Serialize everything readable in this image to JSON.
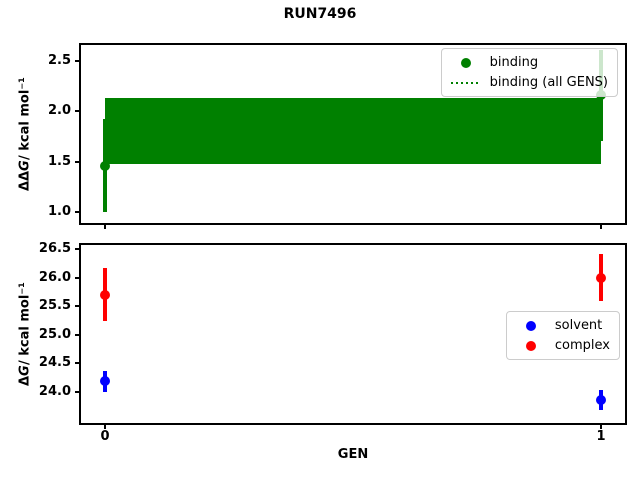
{
  "title": "RUN7496",
  "axes": {
    "xlabel": "GEN",
    "top": {
      "ylabel_prefix": "ΔΔ",
      "ylabel_g": "G",
      "ylabel_suffix": " / kcal mol⁻¹"
    },
    "bottom": {
      "ylabel_prefix": "Δ",
      "ylabel_g": "G",
      "ylabel_suffix": " / kcal mol⁻¹"
    }
  },
  "chart_data": [
    {
      "type": "errorbar",
      "panel": "top",
      "ylabel": "ΔΔG / kcal mol⁻¹",
      "ylim": [
        0.89,
        2.66
      ],
      "yticks": [
        1.0,
        1.5,
        2.0,
        2.5
      ],
      "xlim": [
        -0.05,
        1.05
      ],
      "xticks": [
        0,
        1
      ],
      "x": [
        0,
        1
      ],
      "series": [
        {
          "name": "binding",
          "color": "#008000",
          "y": [
            1.46,
            2.16
          ],
          "yerr": [
            0.46,
            0.45
          ]
        }
      ],
      "band": {
        "name": "binding (all GENS)",
        "color": "#008000",
        "x": [
          0,
          1
        ],
        "y_low": 1.48,
        "y_high": 2.13,
        "line_style": "dotted"
      },
      "legend": {
        "position": "upper right",
        "items": [
          {
            "label": "binding",
            "glyph": "dot",
            "color": "#008000"
          },
          {
            "label": "binding (all GENS)",
            "glyph": "dotted-line",
            "color": "#008000"
          }
        ]
      }
    },
    {
      "type": "errorbar",
      "panel": "bottom",
      "ylabel": "ΔG / kcal mol⁻¹",
      "xlabel": "GEN",
      "ylim": [
        23.45,
        26.57
      ],
      "yticks": [
        24.0,
        24.5,
        25.0,
        25.5,
        26.0,
        26.5
      ],
      "xlim": [
        -0.05,
        1.05
      ],
      "xticks": [
        0,
        1
      ],
      "x": [
        0,
        1
      ],
      "series": [
        {
          "name": "solvent",
          "color": "#0000ff",
          "y": [
            24.18,
            23.85
          ],
          "yerr": [
            0.18,
            0.17
          ]
        },
        {
          "name": "complex",
          "color": "#ff0000",
          "y": [
            25.7,
            26.0
          ],
          "yerr": [
            0.46,
            0.42
          ]
        }
      ],
      "legend": {
        "position": "center right",
        "items": [
          {
            "label": "solvent",
            "glyph": "dot",
            "color": "#0000ff"
          },
          {
            "label": "complex",
            "glyph": "dot",
            "color": "#ff0000"
          }
        ]
      }
    }
  ]
}
